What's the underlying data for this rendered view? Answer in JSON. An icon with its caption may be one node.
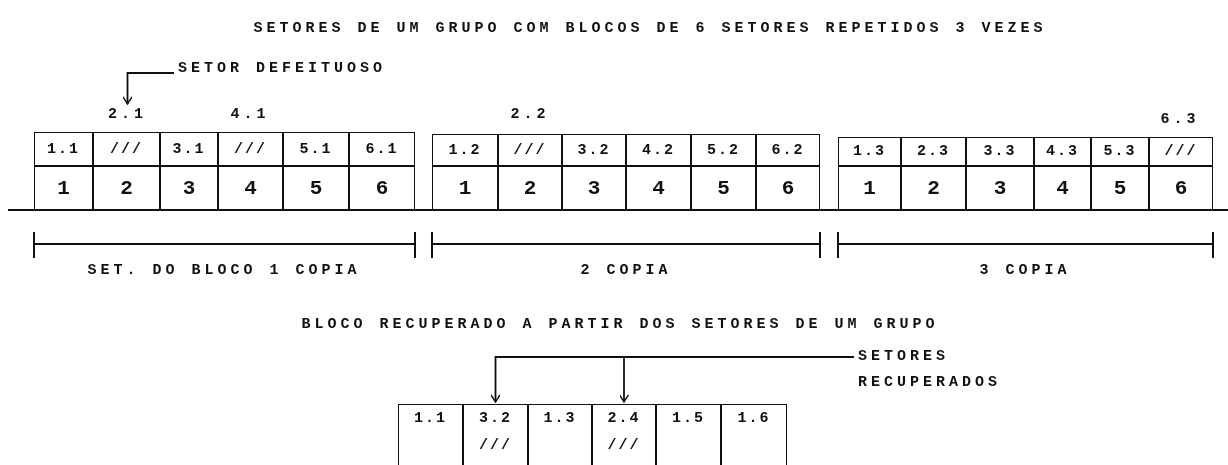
{
  "diagram": {
    "title": "SETORES DE UM GRUPO COM BLOCOS DE 6 SETORES REPETIDOS 3 VEZES",
    "nodes": [
      {
        "text": [
          "SETOR DEFEITUOSO"
        ]
      },
      {
        "text": [
          "2.1"
        ]
      },
      {
        "text": [
          "1.1"
        ]
      },
      {
        "text": [
          "///"
        ]
      },
      {
        "text": [
          "3.1"
        ]
      },
      {
        "text": [
          "///"
        ]
      },
      {
        "text": [
          "5.1"
        ]
      },
      {
        "text": [
          "6.1"
        ]
      },
      {
        "text": [
          "1"
        ]
      },
      {
        "text": [
          "2"
        ]
      },
      {
        "text": [
          "3"
        ]
      },
      {
        "text": [
          "4"
        ]
      },
      {
        "text": [
          "5"
        ]
      },
      {
        "text": [
          "6"
        ]
      },
      {
        "text": [
          "1.2"
        ]
      },
      {
        "text": [
          "///"
        ]
      },
      {
        "text": [
          "3.2"
        ]
      },
      {
        "text": [
          "4.2"
        ]
      },
      {
        "text": [
          "5.2"
        ]
      },
      {
        "text": [
          "6.2"
        ]
      },
      {
        "text": [
          "1"
        ]
      },
      {
        "text": [
          "2"
        ]
      },
      {
        "text": [
          "3"
        ]
      },
      {
        "text": [
          "4"
        ]
      },
      {
        "text": [
          "5"
        ]
      },
      {
        "text": [
          "6"
        ]
      },
      {
        "text": [
          "1.3"
        ]
      },
      {
        "text": [
          "2.3"
        ]
      },
      {
        "text": [
          "3.3"
        ]
      },
      {
        "text": [
          "4.3"
        ]
      },
      {
        "text": [
          "5.3"
        ]
      },
      {
        "text": [
          "///"
        ]
      },
      {
        "text": [
          "1"
        ]
      },
      {
        "text": [
          "2"
        ]
      },
      {
        "text": [
          "3"
        ]
      },
      {
        "text": [
          "4"
        ]
      },
      {
        "text": [
          "5"
        ]
      },
      {
        "text": [
          "6"
        ]
      },
      {
        "text": [
          "SETORES RECUPERADOS"
        ]
      },
      {
        "text": [
          "1.1"
        ]
      },
      {
        "text": [
          "3.2",
          "///"
        ]
      },
      {
        "text": [
          "1.3"
        ]
      },
      {
        "text": [
          "2.4",
          "///"
        ]
      },
      {
        "text": [
          "1.5"
        ]
      },
      {
        "text": [
          "1.6"
        ]
      }
    ],
    "edges": [
      {
        "from": 0,
        "to": 1,
        "arrow": "to"
      },
      {
        "from": 38,
        "to": 40,
        "arrow": "to"
      },
      {
        "from": 38,
        "to": 42,
        "arrow": "to"
      }
    ],
    "labels": [
      "4.1",
      "2.2",
      "6.3",
      "SET. DO BLOCO 1 COPIA",
      "2 COPIA",
      "3 COPIA",
      "BLOCO RECUPERADO A PARTIR DOS SETORES DE UM GRUPO"
    ]
  }
}
